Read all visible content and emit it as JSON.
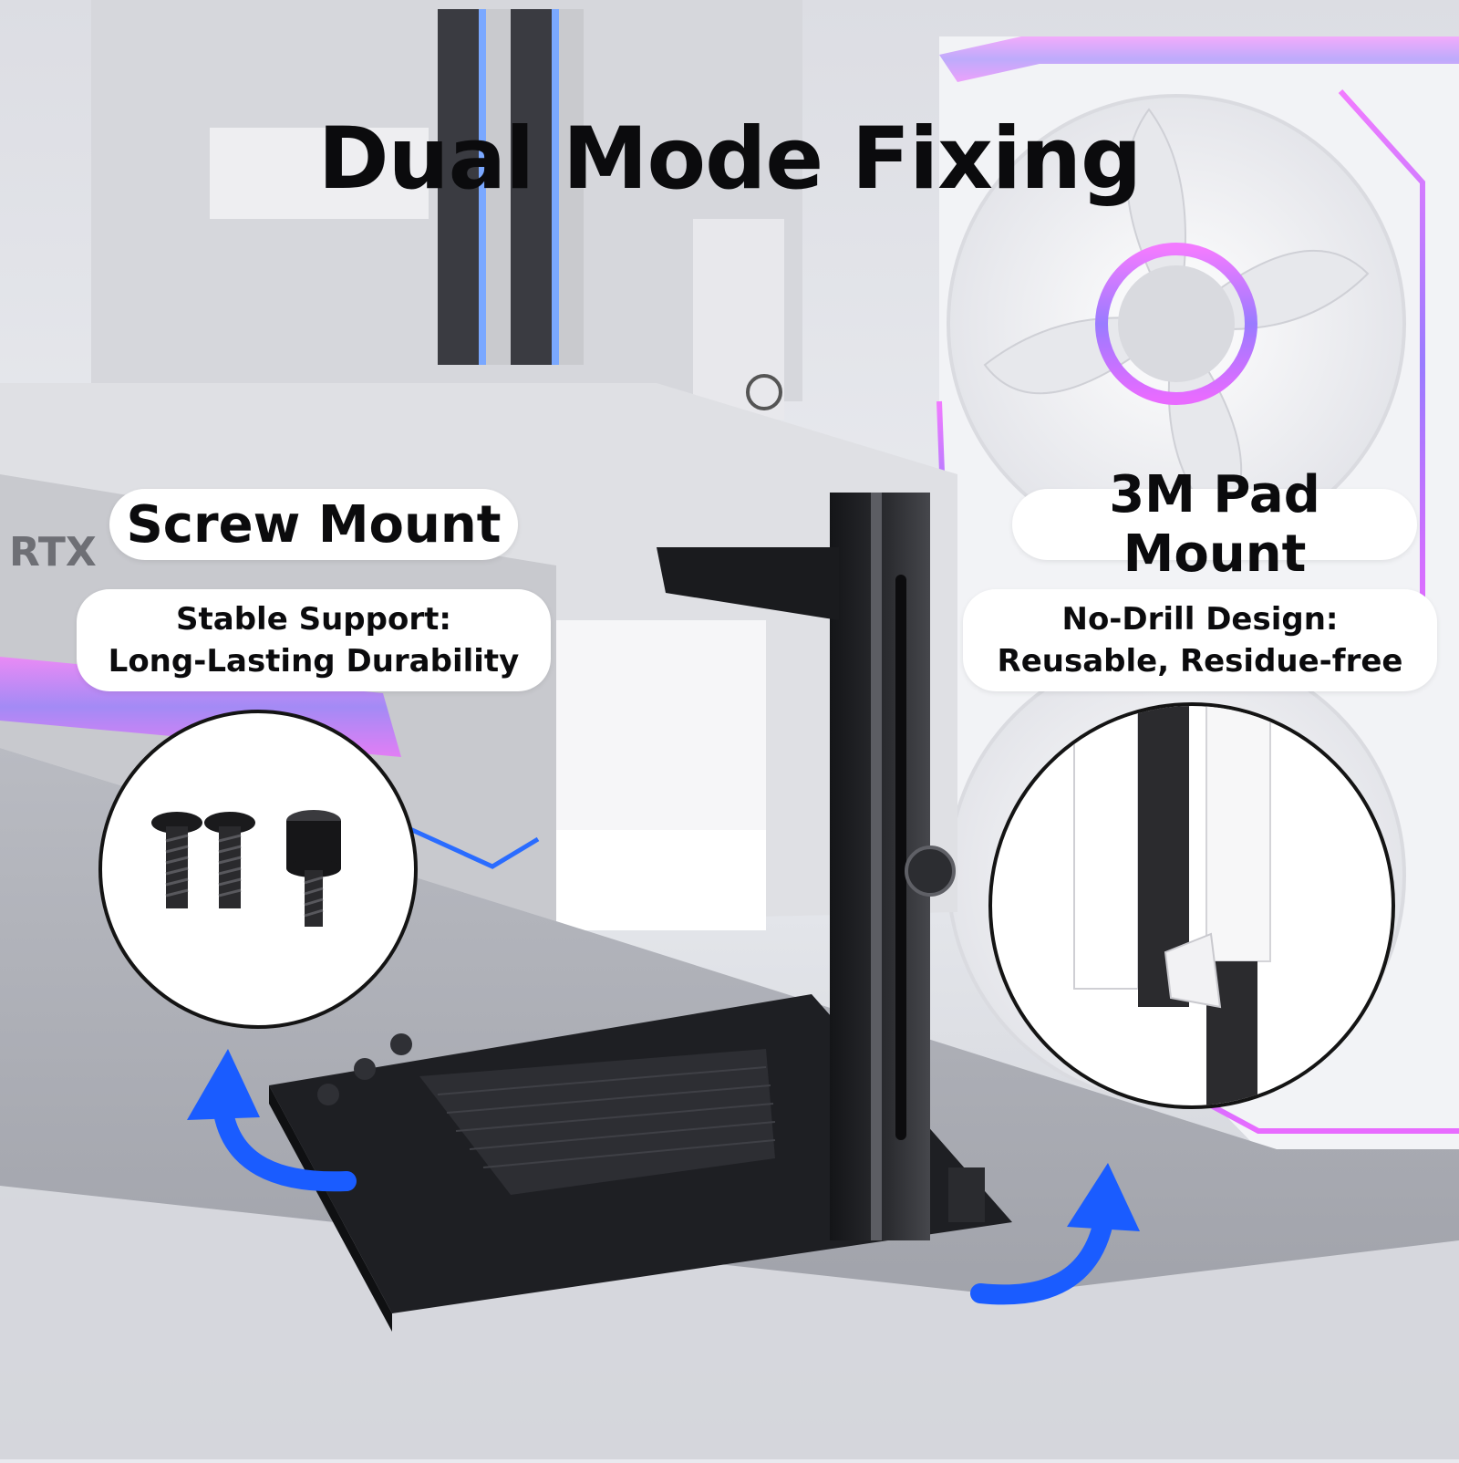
{
  "headline": "Dual Mode Fixing",
  "screw_mount": {
    "title": "Screw Mount",
    "subtitle_line1": "Stable Support:",
    "subtitle_line2": "Long-Lasting Durability"
  },
  "pad_mount": {
    "title": "3M Pad Mount",
    "subtitle_line1": "No-Drill Design:",
    "subtitle_line2": "Reusable, Residue-free"
  },
  "colors": {
    "accent_arrow": "#1a5cff",
    "bracket": "#222327",
    "rgb_glow": "#c26bff",
    "background": "#e9eaef"
  },
  "icons": [
    "screw-icon",
    "thumb-screw-icon",
    "adhesive-pad-icon",
    "curved-arrow-icon"
  ]
}
